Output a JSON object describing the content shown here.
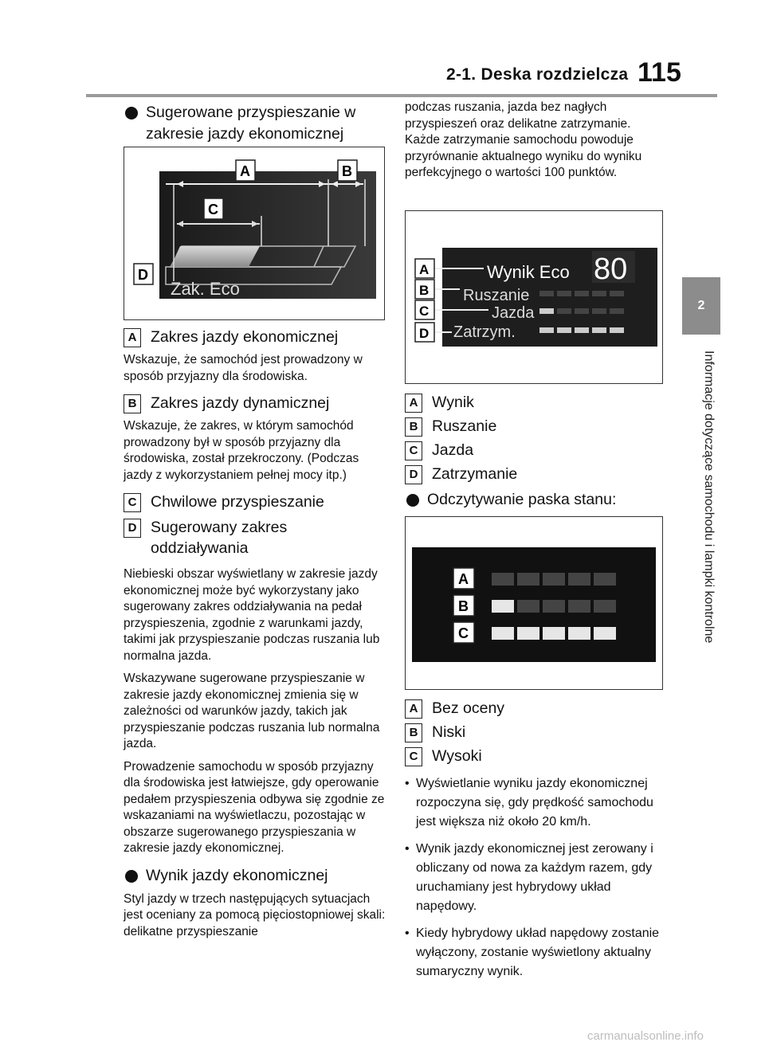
{
  "header": {
    "section": "2-1. Deska rozdzielcza",
    "page_number": "115"
  },
  "side_tab": {
    "chapter": "2",
    "title": "Informacje dotyczące samochodu i lampki kontrolne"
  },
  "left": {
    "heading1": "Sugerowane przyspieszanie w zakresie jazdy ekonomicznej",
    "fig1": {
      "labels": [
        "A",
        "B",
        "C",
        "D"
      ],
      "screen_text": "Zak. Eco"
    },
    "itemA": {
      "key": "A",
      "title": "Zakres jazdy ekonomicznej",
      "desc": "Wskazuje, że samochód jest prowadzony w sposób przyjazny dla środowiska."
    },
    "itemB": {
      "key": "B",
      "title": "Zakres jazdy dynamicznej",
      "desc": "Wskazuje, że zakres, w którym samochód prowadzony był w sposób przyjazny dla środowiska, został przekroczony. (Podczas jazdy z wykorzystaniem pełnej mocy itp.)"
    },
    "itemC": {
      "key": "C",
      "title": "Chwilowe przyspieszanie"
    },
    "itemD": {
      "key": "D",
      "title": "Sugerowany zakres oddziaływania"
    },
    "para1": "Niebieski obszar wyświetlany w zakresie jazdy ekonomicznej może być wykorzystany jako sugerowany zakres oddziaływania na pedał przyspieszenia, zgodnie z warunkami jazdy, takimi jak przyspieszanie podczas ruszania lub normalna jazda.",
    "para2": "Wskazywane sugerowane przyspieszanie w zakresie jazdy ekonomicznej zmienia się w zależności od warunków jazdy, takich jak przyspieszanie podczas ruszania lub normalna jazda.",
    "para3": "Prowadzenie samochodu w sposób przyjazny dla środowiska jest łatwiejsze, gdy operowanie pedałem przyspieszenia odbywa się zgodnie ze wskazaniami na wyświetlaczu, pozostając w obszarze sugerowanego przyspieszania w zakresie jazdy ekonomicznej.",
    "heading2": "Wynik jazdy ekonomicznej",
    "para4": "Styl jazdy w trzech następujących sytuacjach jest oceniany za pomocą pięciostopniowej skali: delikatne przyspieszanie"
  },
  "right": {
    "para_cont": "podczas ruszania, jazda bez nagłych przyspieszeń oraz delikatne zatrzymanie. Każde zatrzymanie samochodu powoduje przyrównanie aktualnego wyniku do wyniku perfekcyjnego o wartości 100 punktów.",
    "fig2": {
      "labels": [
        "A",
        "B",
        "C",
        "D"
      ],
      "title": "Wynik Eco",
      "score": "80",
      "rows": [
        "Ruszanie",
        "Jazda",
        "Zatrzym."
      ]
    },
    "legend2": [
      {
        "key": "A",
        "text": "Wynik"
      },
      {
        "key": "B",
        "text": "Ruszanie"
      },
      {
        "key": "C",
        "text": "Jazda"
      },
      {
        "key": "D",
        "text": "Zatrzymanie"
      }
    ],
    "heading3": "Odczytywanie paska stanu:",
    "fig3": {
      "labels": [
        "A",
        "B",
        "C"
      ]
    },
    "legend3": [
      {
        "key": "A",
        "text": "Bez oceny"
      },
      {
        "key": "B",
        "text": "Niski"
      },
      {
        "key": "C",
        "text": "Wysoki"
      }
    ],
    "bullets": [
      "Wyświetlanie wyniku jazdy ekonomicznej rozpoczyna się, gdy prędkość samochodu jest większa niż około 20 km/h.",
      "Wynik jazdy ekonomicznej jest zerowany i obliczany od nowa za każdym razem, gdy uruchamiany jest hybrydowy układ napędowy.",
      "Kiedy hybrydowy układ napędowy zostanie wyłączony, zostanie wyświetlony aktualny sumaryczny wynik."
    ],
    "bullet_char": "•"
  },
  "footer": "carmanualsonline.info"
}
